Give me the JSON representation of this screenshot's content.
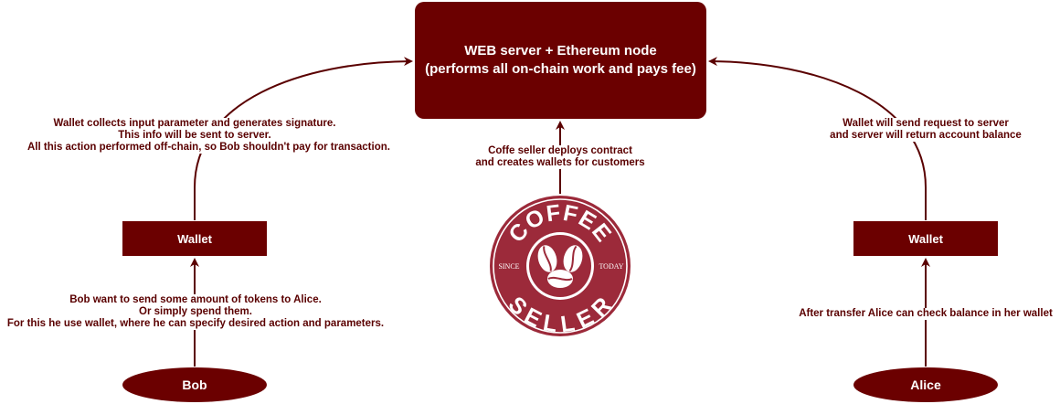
{
  "server": {
    "line1": "WEB server + Ethereum node",
    "line2": "(performs all on-chain work and pays fee)"
  },
  "wallet_left": {
    "label": "Wallet"
  },
  "wallet_right": {
    "label": "Wallet"
  },
  "bob": {
    "label": "Bob"
  },
  "alice": {
    "label": "Alice"
  },
  "notes": {
    "wallet_signature": [
      "Wallet collects input parameter and generates signature.",
      "This info will be sent to server.",
      "All this action performed off-chain, so Bob shouldn't pay for transaction."
    ],
    "coffee_seller": [
      "Coffe seller deploys contract",
      "and creates wallets for customers"
    ],
    "wallet_balance": [
      "Wallet will send request to server",
      "and server will return account balance"
    ],
    "bob_send": [
      "Bob want to send some amount of tokens to Alice.",
      "Or simply spend them.",
      "For this he use wallet, where he can specify desired action and parameters."
    ],
    "alice_check": [
      "After transfer Alice can check balance in her wallet"
    ]
  },
  "logo": {
    "top_text": "COFFEE",
    "bottom_text": "SELLER",
    "left_text": "SINCE",
    "right_text": "TODAY"
  },
  "colors": {
    "box_fill": "#6b0000",
    "arrow": "#5a0000",
    "logo": "#9c2a3a"
  }
}
